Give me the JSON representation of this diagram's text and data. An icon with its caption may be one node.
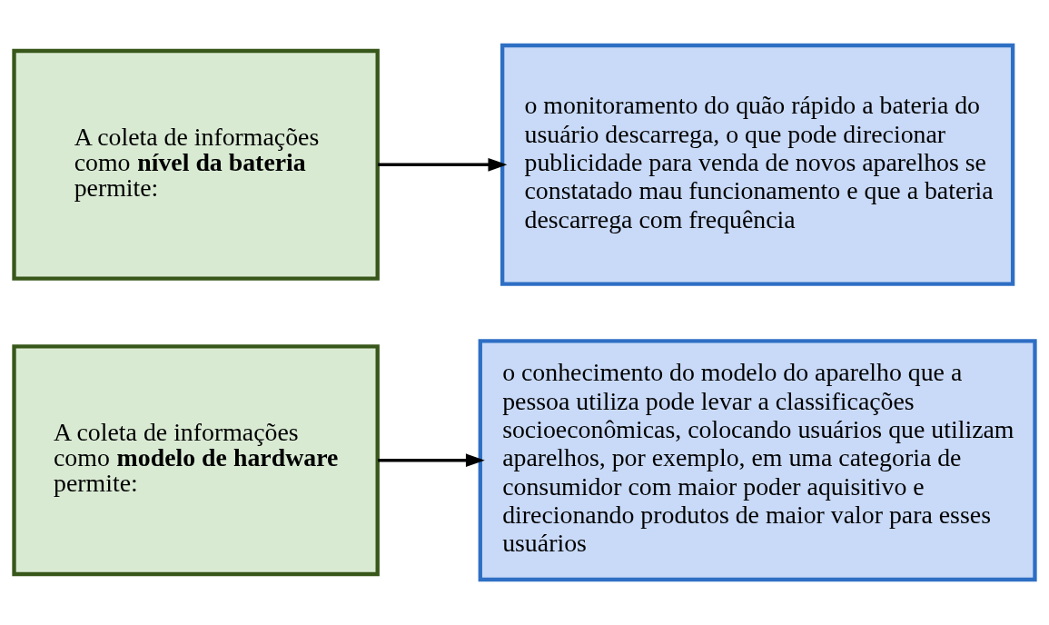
{
  "diagram": {
    "nodes": [
      {
        "text": [
          "A coleta de informações como **modelo de hardware** permite:"
        ]
      },
      {
        "text": [
          "o conhecimento do modelo do aparelho que a pessoa utiliza pode levar a classificações socioeconômicas, colocando usuários que utilizam aparelhos, por exemplo, em uma categoria de consumidor com maior poder aquisitivo e direcionando produtos de maior valor para esses usuários"
        ]
      },
      {
        "text": [
          "A coleta de informações como **nível da bateria** permite:"
        ]
      },
      {
        "text": [
          "o monitoramento do quão rápido a bateria do usuário descarrega, o que pode direcionar publicidade para venda de novos aparelhos se constatado mau funcionamento e que a bateria descarrega com frequência"
        ]
      }
    ],
    "edges": [
      {
        "from": 0,
        "to": 1,
        "arrow": "to"
      },
      {
        "from": 2,
        "to": 3,
        "arrow": "to"
      }
    ]
  }
}
